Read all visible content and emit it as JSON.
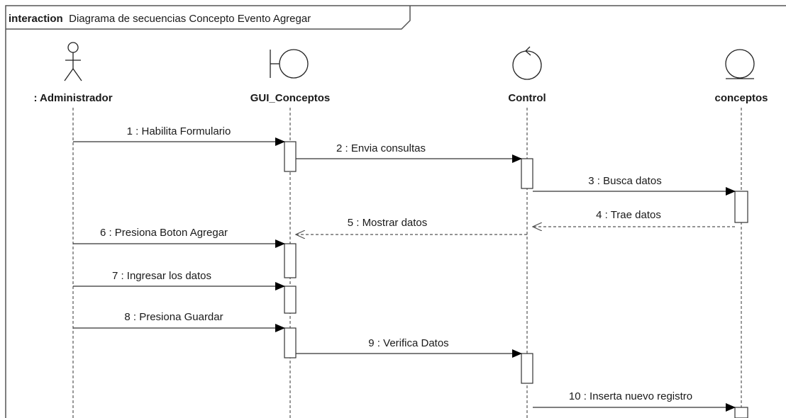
{
  "frame": {
    "keyword": "interaction",
    "title": "Diagrama de secuencias Concepto Evento Agregar"
  },
  "lifelines": [
    {
      "id": "admin",
      "name": ": Administrador",
      "kind": "actor",
      "icon": "actor-icon"
    },
    {
      "id": "gui",
      "name": "GUI_Conceptos",
      "kind": "boundary",
      "icon": "boundary-icon"
    },
    {
      "id": "ctrl",
      "name": "Control",
      "kind": "control",
      "icon": "control-icon"
    },
    {
      "id": "ent",
      "name": "conceptos",
      "kind": "entity",
      "icon": "entity-icon"
    }
  ],
  "messages": [
    {
      "from": "admin",
      "to": "gui",
      "label": "1 : Habilita Formulario",
      "type": "sync"
    },
    {
      "from": "gui",
      "to": "ctrl",
      "label": "2 : Envia consultas",
      "type": "sync"
    },
    {
      "from": "ctrl",
      "to": "ent",
      "label": "3 : Busca datos",
      "type": "sync"
    },
    {
      "from": "ent",
      "to": "ctrl",
      "label": "4 : Trae datos",
      "type": "reply"
    },
    {
      "from": "ctrl",
      "to": "gui",
      "label": "5 : Mostrar datos",
      "type": "reply"
    },
    {
      "from": "admin",
      "to": "gui",
      "label": "6 : Presiona Boton Agregar",
      "type": "sync"
    },
    {
      "from": "admin",
      "to": "gui",
      "label": "7 : Ingresar los datos",
      "type": "sync"
    },
    {
      "from": "admin",
      "to": "gui",
      "label": "8 : Presiona Guardar",
      "type": "sync"
    },
    {
      "from": "gui",
      "to": "ctrl",
      "label": "9 : Verifica Datos",
      "type": "sync"
    },
    {
      "from": "ctrl",
      "to": "ent",
      "label": "10 : Inserta nuevo registro",
      "type": "sync"
    }
  ]
}
